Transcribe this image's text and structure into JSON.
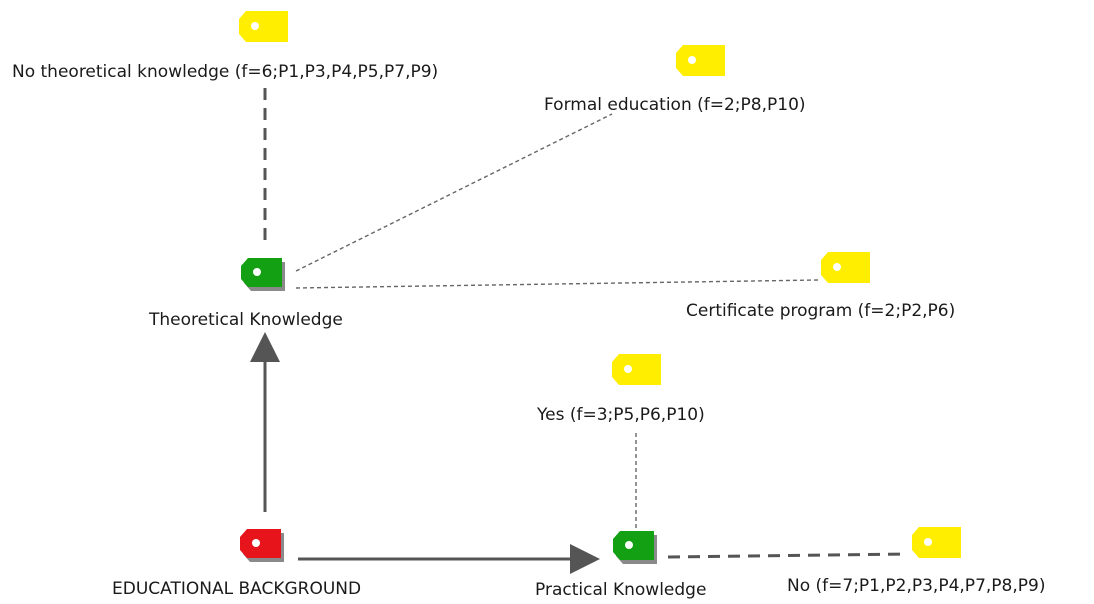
{
  "colors": {
    "root": "#e8141c",
    "category": "#13a012",
    "code": "#ffee00",
    "edge": "#555555",
    "line": "#666666"
  },
  "nodes": {
    "root": {
      "label": "EDUCATIONAL BACKGROUND",
      "kind": "root",
      "icon": "red-tag-icon"
    },
    "theoretical": {
      "label": "Theoretical Knowledge",
      "kind": "category",
      "icon": "green-tag-icon"
    },
    "practical": {
      "label": "Practical Knowledge",
      "kind": "category",
      "icon": "green-tag-icon"
    },
    "no_theory": {
      "label": "No theoretical knowledge (f=6;P1,P3,P4,P5,P7,P9)",
      "kind": "code",
      "icon": "yellow-tag-icon"
    },
    "formal": {
      "label": "Formal education (f=2;P8,P10)",
      "kind": "code",
      "icon": "yellow-tag-icon"
    },
    "certificate": {
      "label": "Certificate program (f=2;P2,P6)",
      "kind": "code",
      "icon": "yellow-tag-icon"
    },
    "yes": {
      "label": "Yes (f=3;P5,P6,P10)",
      "kind": "code",
      "icon": "yellow-tag-icon"
    },
    "no": {
      "label": "No (f=7;P1,P2,P3,P4,P7,P8,P9)",
      "kind": "code",
      "icon": "yellow-tag-icon"
    }
  },
  "edges": [
    {
      "from": "root",
      "to": "theoretical",
      "style": "arrow"
    },
    {
      "from": "root",
      "to": "practical",
      "style": "arrow"
    },
    {
      "from": "theoretical",
      "to": "no_theory",
      "style": "dashed-bold"
    },
    {
      "from": "theoretical",
      "to": "formal",
      "style": "dashed"
    },
    {
      "from": "theoretical",
      "to": "certificate",
      "style": "dashed"
    },
    {
      "from": "practical",
      "to": "yes",
      "style": "dashed"
    },
    {
      "from": "practical",
      "to": "no",
      "style": "dashed-bold"
    }
  ]
}
